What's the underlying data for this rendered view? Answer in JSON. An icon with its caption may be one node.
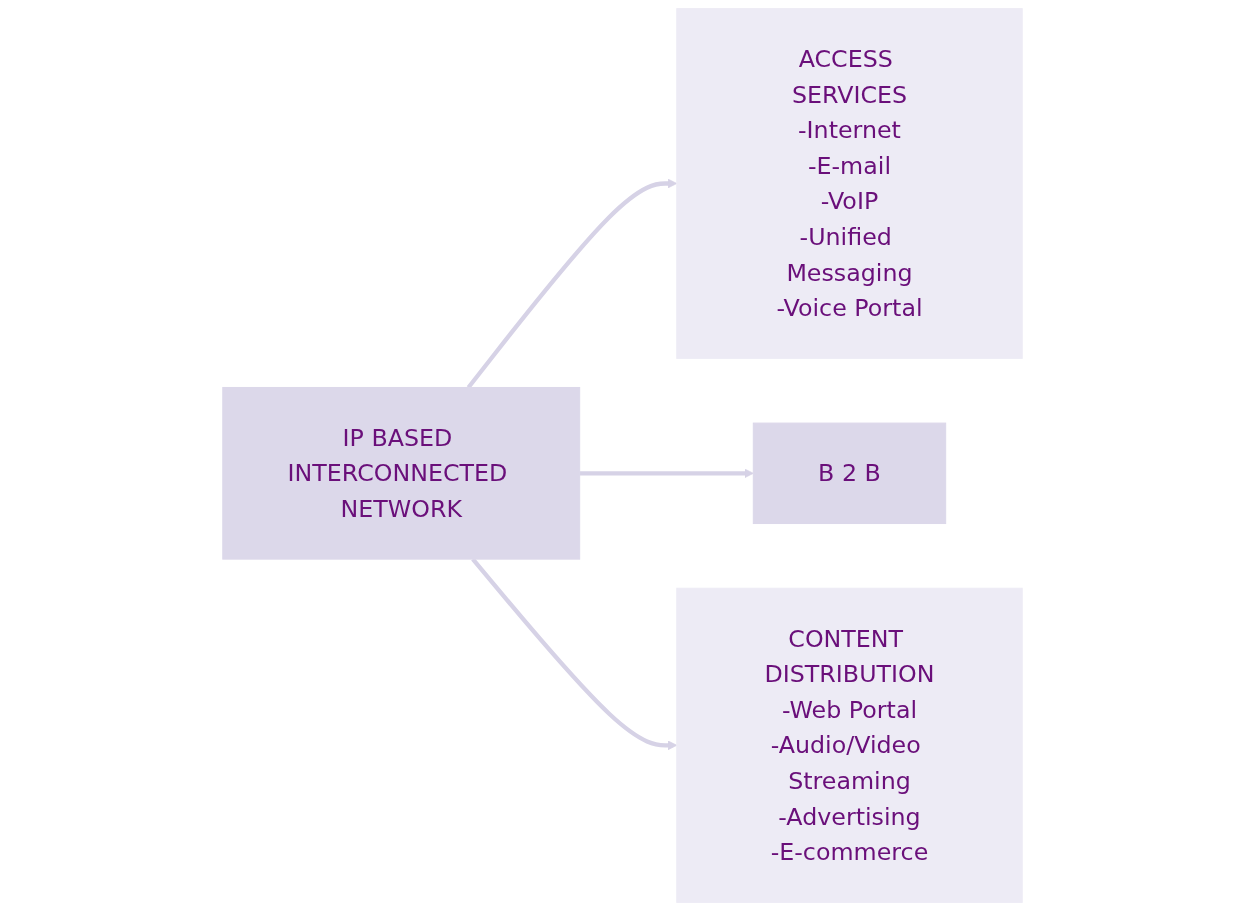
{
  "diagram": {
    "nodes": [
      {
        "text": [
          "IP BASED INTERCONNECTED NETWORK"
        ]
      },
      {
        "text": [
          "ACCESS SERVICES",
          "-Internet",
          "-E-mail",
          "-VoIP",
          "-Unified Messaging",
          "-Voice Portal"
        ]
      },
      {
        "text": [
          "CONTENT DISTRIBUTION",
          "-Web Portal",
          "-Audio/Video Streaming",
          "-Advertising",
          "-E-commerce"
        ]
      },
      {
        "text": [
          "B 2 B"
        ]
      }
    ],
    "edges": [
      {
        "from": 0,
        "to": 1,
        "arrow": "to"
      },
      {
        "from": 0,
        "to": 3,
        "arrow": "to"
      },
      {
        "from": 0,
        "to": 2,
        "arrow": "to"
      }
    ]
  }
}
